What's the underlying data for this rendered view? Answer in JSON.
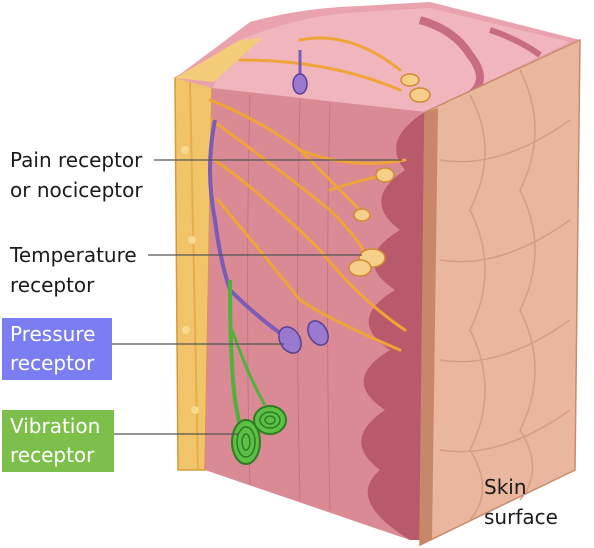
{
  "labels": {
    "pain": {
      "line1": "Pain receptor",
      "line2": "or nociceptor"
    },
    "temperature": {
      "line1": "Temperature",
      "line2": "receptor"
    },
    "pressure": {
      "line1": "Pressure",
      "line2": "receptor",
      "color": "#7b7ef2"
    },
    "vibration": {
      "line1": "Vibration",
      "line2": "receptor",
      "color": "#7cc04b"
    },
    "skin_surface": {
      "line1": "Skin",
      "line2": "surface"
    }
  },
  "colors": {
    "fat": "#f1c46a",
    "dermis": "#d98a95",
    "dermis_dark": "#b95a6c",
    "epidermis": "#e9b79d",
    "nerve_orange": "#f0a437",
    "nerve_purple": "#7a5bb5",
    "nerve_green": "#4fb33a"
  }
}
